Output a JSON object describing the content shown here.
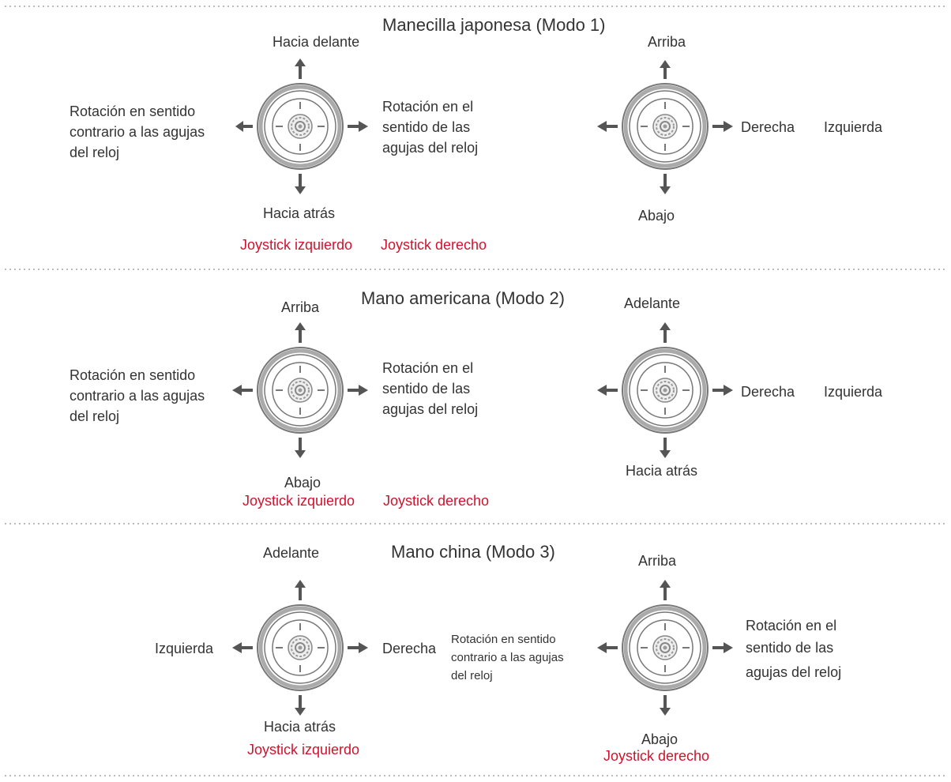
{
  "colors": {
    "text": "#333333",
    "red": "#d0122c",
    "stick": "#666666",
    "arrow": "#555555",
    "divider": "#bbbbbb"
  },
  "icons": {
    "joystick": "joystick-icon",
    "arrow": "arrow-icon"
  },
  "sections": [
    {
      "title": "Manecilla japonesa (Modo 1)",
      "left_stick": {
        "up": "Hacia delante",
        "down": "Hacia atrás",
        "left": [
          "Rotación en sentido",
          "contrario a las agujas",
          "del reloj"
        ],
        "right": [
          "Rotación en el",
          "sentido de las",
          "agujas del reloj"
        ]
      },
      "right_stick": {
        "up": "Arriba",
        "down": "Abajo",
        "right": "Derecha",
        "extra": "Izquierda"
      },
      "red_labels": [
        "Joystick izquierdo",
        "Joystick derecho"
      ]
    },
    {
      "title": "Mano americana (Modo 2)",
      "left_stick": {
        "up": "Arriba",
        "down": "Abajo",
        "left": [
          "Rotación en sentido",
          "contrario a las agujas",
          "del reloj"
        ],
        "right": [
          "Rotación en el",
          "sentido de las",
          "agujas del reloj"
        ]
      },
      "right_stick": {
        "up": "Adelante",
        "down": "Hacia atrás",
        "right": "Derecha",
        "extra": "Izquierda"
      },
      "red_labels": [
        "Joystick izquierdo",
        "Joystick derecho"
      ]
    },
    {
      "title": "Mano china (Modo 3)",
      "left_stick": {
        "up": "Adelante",
        "down": "Hacia atrás",
        "left": "Izquierda",
        "right": "Derecha"
      },
      "right_stick": {
        "up": "Arriba",
        "down": "Abajo",
        "left": [
          "Rotación en sentido",
          "contrario a las agujas",
          "del reloj"
        ],
        "right": [
          "Rotación en el",
          "sentido de las",
          "agujas del reloj"
        ]
      },
      "red_labels": [
        "Joystick izquierdo",
        "Joystick derecho"
      ]
    }
  ]
}
